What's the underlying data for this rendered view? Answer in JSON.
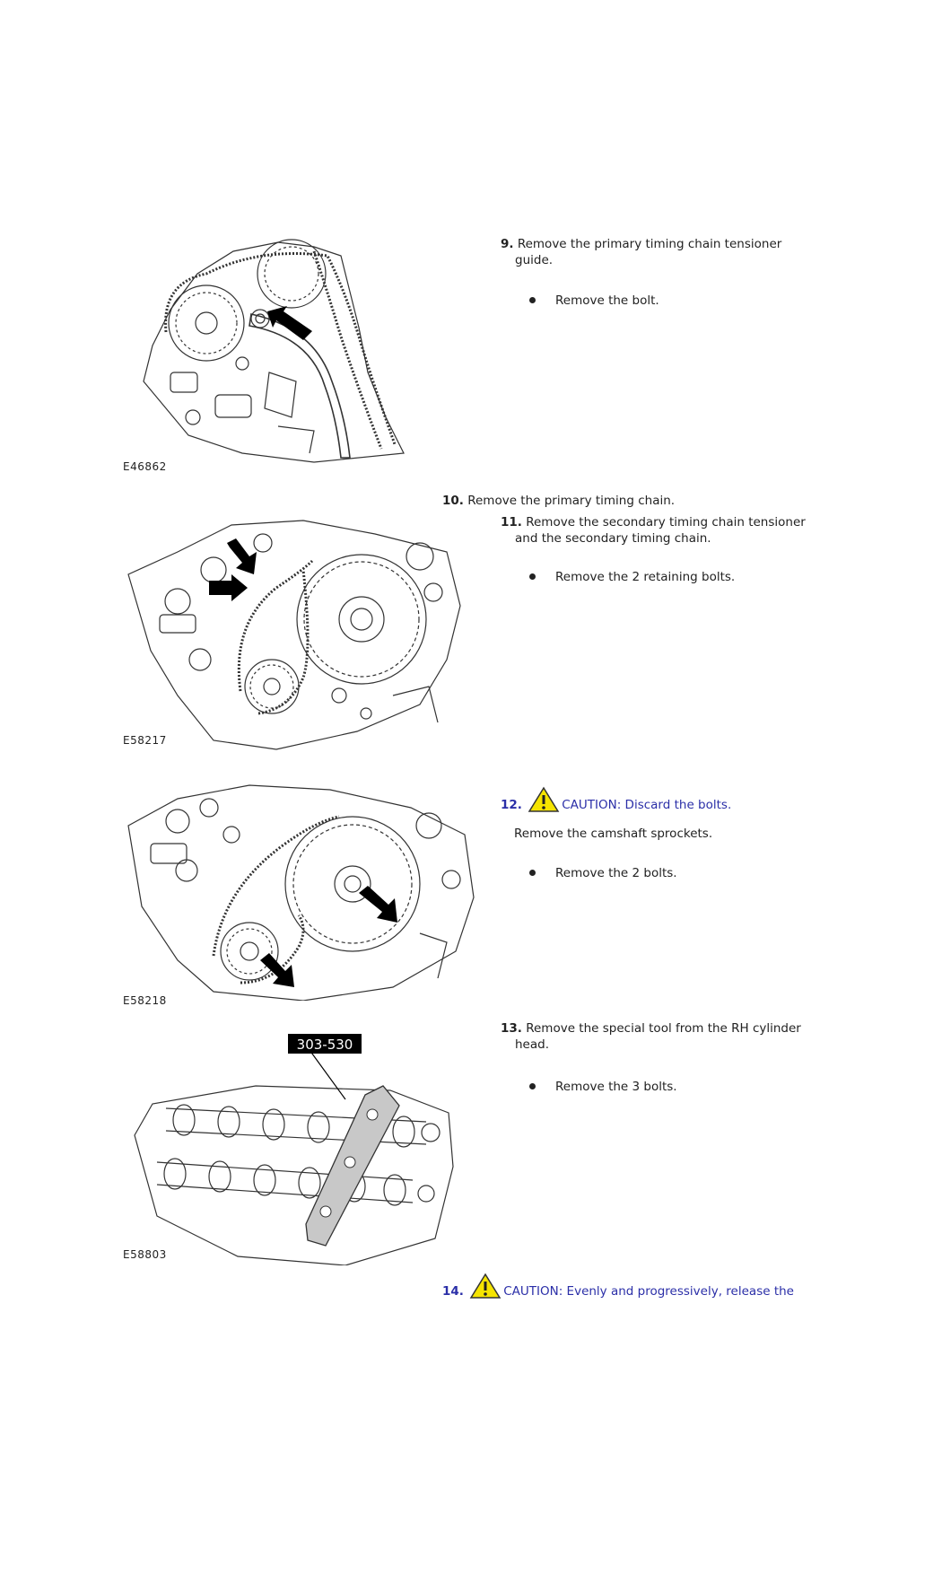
{
  "figures": [
    {
      "code": "E46862"
    },
    {
      "code": "E58217"
    },
    {
      "code": "E58218"
    },
    {
      "code": "E58803",
      "tool_label": "303-530"
    }
  ],
  "steps": {
    "s9": {
      "num": "9.",
      "text": "Remove the primary timing chain tensioner",
      "text2": "guide.",
      "bullet": "Remove the bolt."
    },
    "s10": {
      "num": "10.",
      "text": "Remove the primary timing chain."
    },
    "s11": {
      "num": "11.",
      "text": "Remove the secondary timing chain tensioner",
      "text2": "and the secondary timing chain.",
      "bullet": "Remove the 2 retaining bolts."
    },
    "s12": {
      "num": "12.",
      "caution": "CAUTION: Discard the bolts.",
      "text": "Remove the camshaft sprockets.",
      "bullet": "Remove the 2 bolts."
    },
    "s13": {
      "num": "13.",
      "text": "Remove the special tool from the RH cylinder",
      "text2": "head.",
      "bullet": "Remove the 3 bolts."
    },
    "s14": {
      "num": "14.",
      "caution": "CAUTION: Evenly and progressively, release the"
    }
  },
  "colors": {
    "caution": "#2b2fa8",
    "warning_fill": "#f5e400"
  }
}
